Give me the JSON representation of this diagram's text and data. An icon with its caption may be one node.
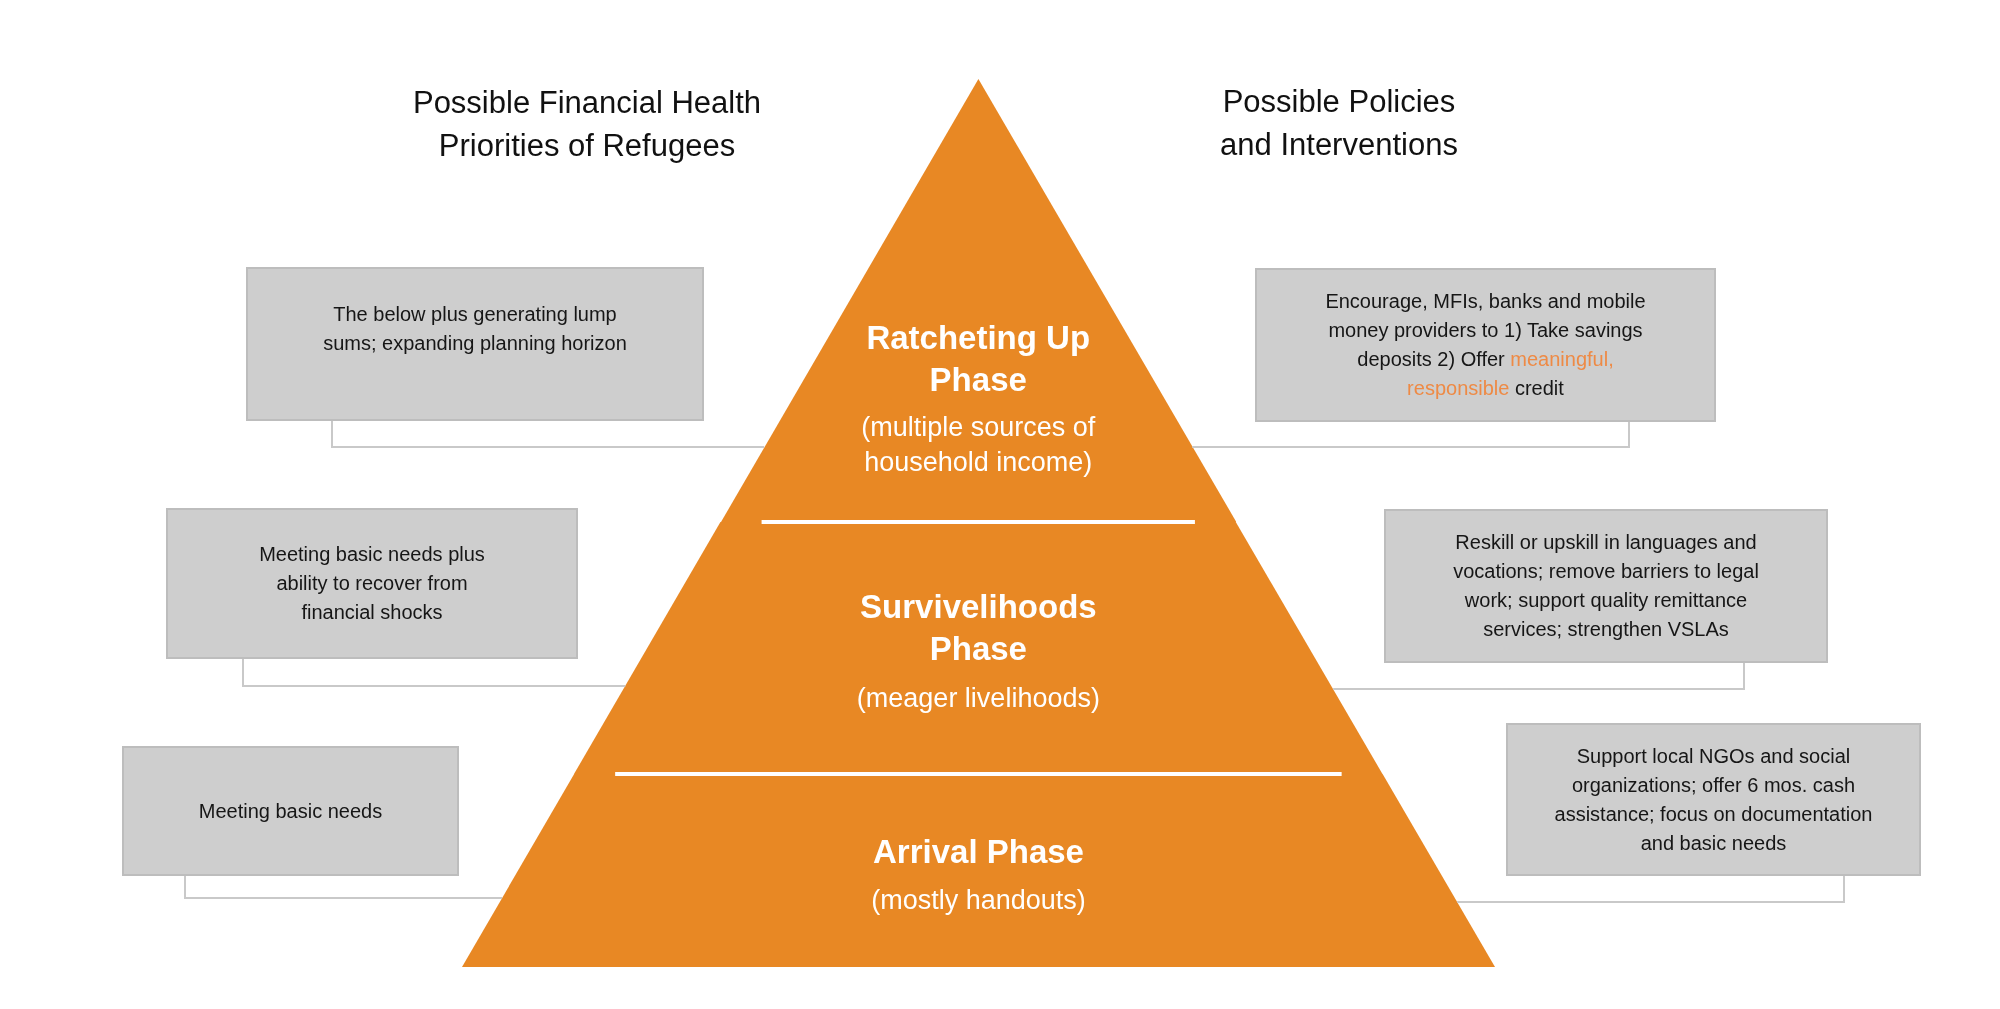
{
  "diagram": {
    "nodes": [
      {
        "text": [
          "Ratcheting Up Phase",
          "(multiple sources of household income)"
        ]
      },
      {
        "text": [
          "Survivelihoods Phase",
          "(meager livelihoods)"
        ]
      },
      {
        "text": [
          "Arrival Phase",
          "(mostly handouts)"
        ]
      },
      {
        "text": [
          "The below plus generating lump sums; expanding planning horizon"
        ]
      },
      {
        "text": [
          "Meeting basic needs plus ability to recover from financial shocks"
        ]
      },
      {
        "text": [
          "Meeting basic needs"
        ]
      },
      {
        "text": [
          "Encourage, MFIs, banks and mobile money providers to 1) Take savings deposits 2) Offer *meaningful, responsible* credit"
        ]
      },
      {
        "text": [
          "Reskill or upskill in languages and vocations; remove barriers to legal work; support quality remittance services; strengthen VSLAs"
        ]
      },
      {
        "text": [
          "Support local NGOs and social organizations; offer 6 mos. cash assistance; focus on documentation and basic needs"
        ]
      }
    ],
    "edges": [
      {
        "from": 3,
        "to": 0,
        "arrow": "none"
      },
      {
        "from": 4,
        "to": 1,
        "arrow": "none"
      },
      {
        "from": 5,
        "to": 2,
        "arrow": "none"
      },
      {
        "from": 6,
        "to": 0,
        "arrow": "none"
      },
      {
        "from": 7,
        "to": 1,
        "arrow": "none"
      },
      {
        "from": 8,
        "to": 2,
        "arrow": "none"
      }
    ],
    "labels": [
      "Possible Financial Health Priorities of Refugees",
      "Possible Policies and Interventions"
    ]
  }
}
